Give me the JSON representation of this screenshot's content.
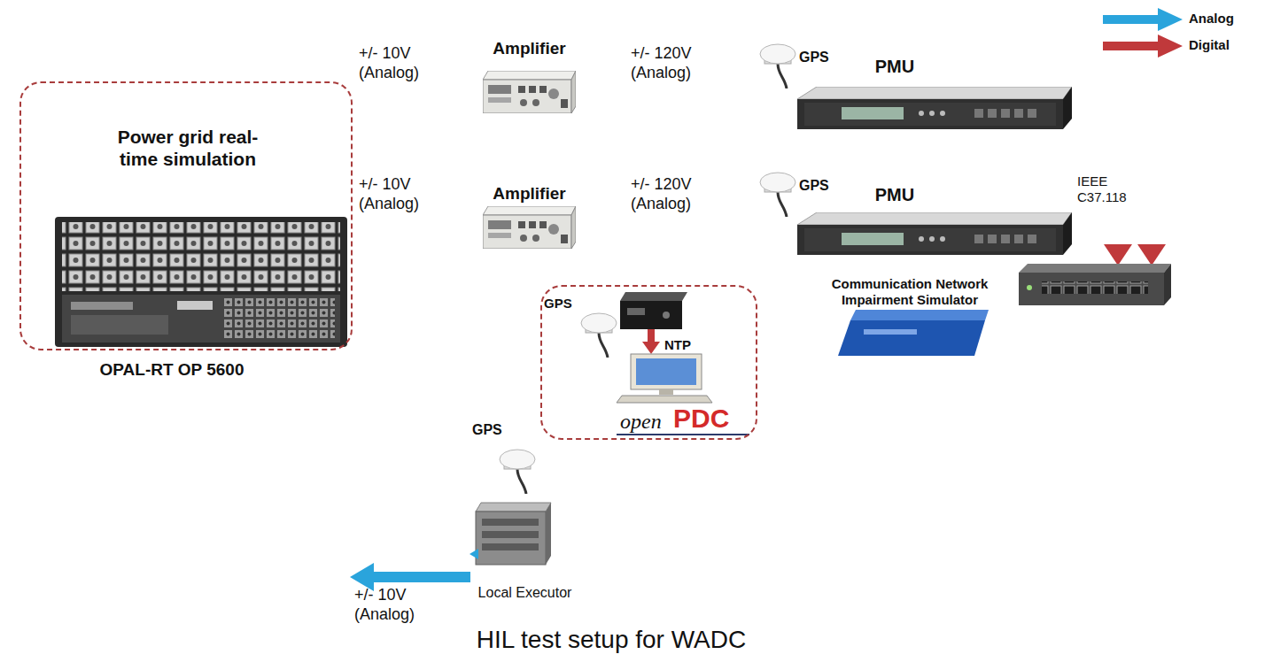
{
  "diagram": {
    "caption": "HIL test setup for WADC",
    "nodes": [
      {
        "text": [
          "Power grid real-time simulation",
          "OPAL-RT OP 5600"
        ]
      },
      {
        "text": [
          "Amplifier"
        ]
      },
      {
        "text": [
          "Amplifier"
        ]
      },
      {
        "text": [
          "PMU"
        ]
      },
      {
        "text": [
          "PMU"
        ]
      },
      {
        "text": [
          "Communication Network Impairment Simulator"
        ]
      },
      {
        "text": [
          "open",
          "PDC"
        ]
      },
      {
        "text": [
          "Local Executor"
        ]
      }
    ],
    "edges": [
      {
        "from": 0,
        "to": 1,
        "label": "+/- 10V (Analog)",
        "arrow": "to"
      },
      {
        "from": 0,
        "to": 2,
        "label": "+/- 10V (Analog)",
        "arrow": "to"
      },
      {
        "from": 1,
        "to": 3,
        "label": "+/- 120V (Analog)",
        "arrow": "to"
      },
      {
        "from": 2,
        "to": 4,
        "label": "+/- 120V (Analog)",
        "arrow": "to"
      },
      {
        "from": 3,
        "to": 5,
        "arrow": "to"
      },
      {
        "from": 3,
        "to": 7,
        "arrow": "to"
      },
      {
        "from": 4,
        "to": 5,
        "arrow": "to"
      },
      {
        "from": 4,
        "to": 7,
        "arrow": "to"
      },
      {
        "from": 6,
        "to": 5,
        "arrow": "both"
      }
    ],
    "labels": [
      "GPS",
      "GPS",
      "IEEE C37.118",
      "GPS",
      "NTP",
      "GPS",
      "+/- 10V (Analog)"
    ],
    "legend": [
      {
        "text": "Analog",
        "color": "#2aa4dc"
      },
      {
        "text": "Digital",
        "color": "#c0393b"
      }
    ]
  }
}
